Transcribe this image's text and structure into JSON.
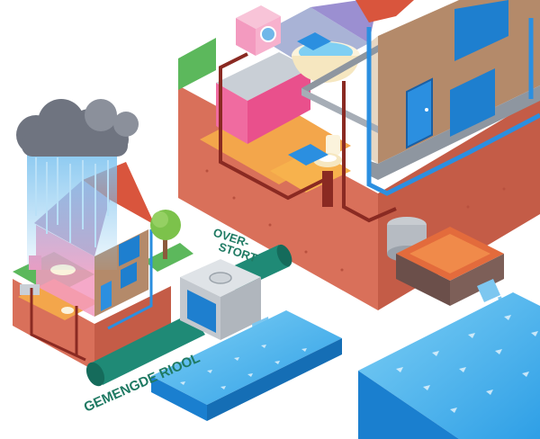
{
  "labels": {
    "overflow_line1": "OVER-",
    "overflow_line2": "STORT",
    "sewer": "GEMENGDE RIOOL"
  },
  "colors": {
    "soil": "#d9705a",
    "soil_dark": "#b8503e",
    "grass": "#5cb85c",
    "pipe_green": "#1f8a76",
    "pipe_blue": "#2b8fe0",
    "pipe_red": "#8a2a22",
    "water": "#1d8fe0",
    "label_text": "#1f7a63"
  },
  "icons": [
    "rain-cloud-icon",
    "tree-icon",
    "manhole-icon",
    "washing-machine-icon",
    "bathtub-icon",
    "toilet-icon",
    "sink-icon"
  ]
}
